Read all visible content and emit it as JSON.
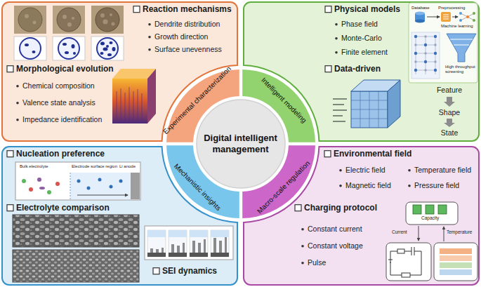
{
  "diagram": {
    "nodes": [
      {
        "text": [
          "Reaction mechanisms",
          "Dendrite distribution",
          "Growth direction",
          "Surface unevenness",
          "Morphological evolution",
          "Chemical composition",
          "Valence state analysis",
          "Impedance identification"
        ]
      },
      {
        "text": [
          "Physical models",
          "Phase field",
          "Monte-Carlo",
          "Finite element",
          "Data-driven",
          "Feature",
          "Shape",
          "State"
        ]
      },
      {
        "text": [
          "Nucleation preference",
          "Electrolyte comparison",
          "SEI dynamics"
        ]
      },
      {
        "text": [
          "Environmental field",
          "Electric field",
          "Temperature field",
          "Magnetic field",
          "Pressure field",
          "Charging protocol",
          "Constant current",
          "Constant voltage",
          "Pulse"
        ]
      },
      {
        "text": [
          "Digital intelligent management"
        ]
      },
      {
        "text": [
          "Experimental characterization"
        ]
      },
      {
        "text": [
          "Intelligent modeling"
        ]
      },
      {
        "text": [
          "Mechanistic insights"
        ]
      },
      {
        "text": [
          "Macro-scale regulation"
        ]
      }
    ],
    "labels": [
      "Database",
      "Preprocessing",
      "Machine learning",
      "High throughput screening",
      "Bulk electrolyte",
      "Electrode surface region",
      "Li anode",
      "Capacity",
      "Current",
      "Temperature"
    ]
  }
}
